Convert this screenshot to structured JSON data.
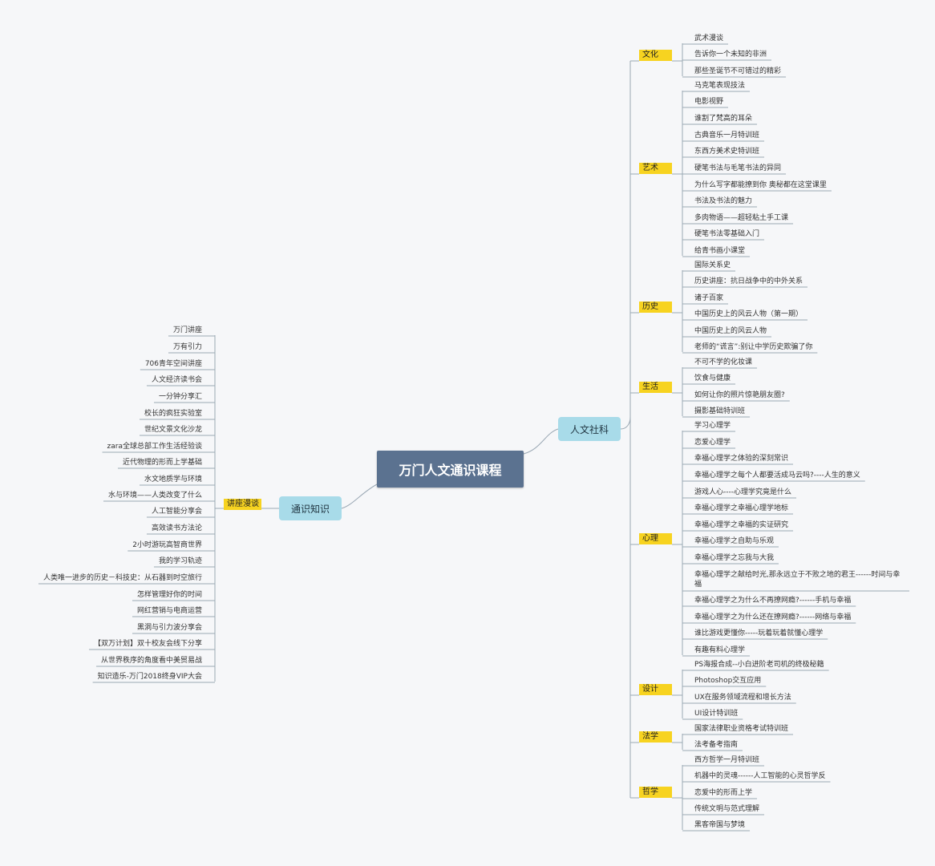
{
  "root": {
    "label": "万门人文通识课程"
  },
  "branches": {
    "renwen": {
      "label": "人文社科",
      "categories": [
        {
          "label": "文化",
          "items": [
            "武术漫谈",
            "告诉你一个未知的非洲",
            "那些圣诞节不可错过的精彩"
          ]
        },
        {
          "label": "艺术",
          "items": [
            "马克笔表现技法",
            "电影视野",
            "谁割了梵高的耳朵",
            "古典音乐一月特训班",
            "东西方美术史特训班",
            "硬笔书法与毛笔书法的异同",
            "为什么写字都能撩到你 奥秘都在这堂课里",
            "书法及书法的魅力",
            "多肉物语——超轻粘土手工课",
            "硬笔书法零基础入门",
            "给青书画小课堂"
          ]
        },
        {
          "label": "历史",
          "items": [
            "国际关系史",
            "历史讲座：抗日战争中的中外关系",
            "诸子百家",
            "中国历史上的风云人物（第一期）",
            "中国历史上的风云人物",
            "老师的“谎言”:别让中学历史欺骗了你"
          ]
        },
        {
          "label": "生活",
          "items": [
            "不可不学的化妆课",
            "饮食与健康",
            "如何让你的照片惊艳朋友圈?",
            "摄影基础特训班"
          ]
        },
        {
          "label": "心理",
          "items": [
            "学习心理学",
            "恋爱心理学",
            "幸福心理学之体验的深刻常识",
            "幸福心理学之每个人都要活成马云吗?----人生的意义",
            "游戏人心----心理学究竟是什么",
            "幸福心理学之幸福心理学地标",
            "幸福心理学之幸福的实证研究",
            "幸福心理学之自助与乐观",
            "幸福心理学之忘我与大我",
            "幸福心理学之献给时光,那永远立于不败之地的君王------时间与幸福",
            "幸福心理学之为什么不再撩网瘾?------手机与幸福",
            "幸福心理学之为什么还在撩网瘾?------网络与幸福",
            "谁比游戏更懂你-----玩着玩着就懂心理学",
            "有趣有料心理学"
          ]
        },
        {
          "label": "设计",
          "items": [
            "PS海报合成--小白进阶老司机的终极秘籍",
            "Photoshop交互应用",
            "UX在服务领域流程和增长方法",
            "UI设计特训班"
          ]
        },
        {
          "label": "法学",
          "items": [
            "国家法律职业资格考试特训班",
            "法考备考指南"
          ]
        },
        {
          "label": "哲学",
          "items": [
            "西方哲学一月特训班",
            "机器中的灵魂------人工智能的心灵哲学反",
            "恋爱中的形而上学",
            "传统文明与范式理解",
            "黑客帝国与梦境"
          ]
        }
      ]
    },
    "tongshi": {
      "label": "通识知识",
      "category": "讲座漫谈",
      "items": [
        "万门讲座",
        "万有引力",
        "706青年空间讲座",
        "人文经济读书会",
        "一分钟分享汇",
        "校长的疯狂实验室",
        "世纪文景文化沙龙",
        "zara全球总部工作生活经验谈",
        "近代物理的形而上学基础",
        "水文地质学与环境",
        "水与环境——人类改变了什么",
        "人工智能分享会",
        "高效读书方法论",
        "2小时游玩高智商世界",
        "我的学习轨迹",
        "人类唯一进步的历史－科技史：从石器到时空旅行",
        "怎样管理好你的时间",
        "网红营销与电商运营",
        "黑洞与引力波分享会",
        "【双万计划】双十校友会线下分享",
        "从世界秩序的角度看中美贸易战",
        "知识造乐-万门2018终身VIP大会"
      ]
    }
  }
}
